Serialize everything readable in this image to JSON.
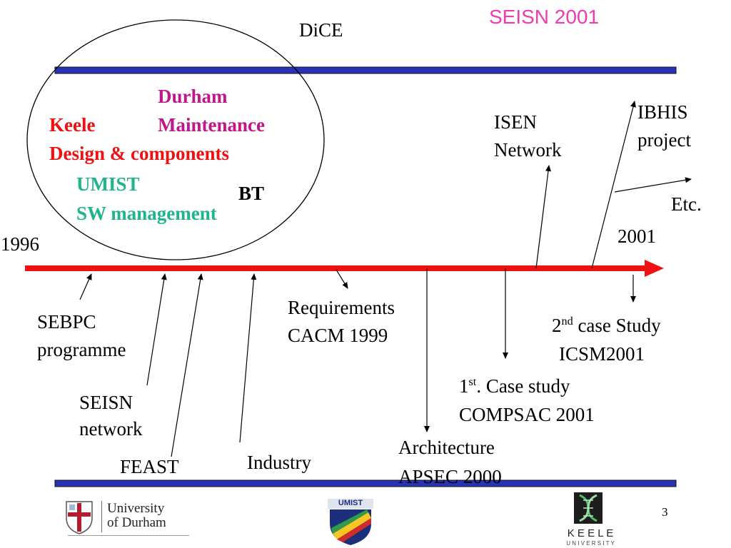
{
  "slide": {
    "header": "SEISN 2001",
    "page_number": "3",
    "colors": {
      "bar": "#2832b4",
      "timeline": "#ee1111",
      "header": "#ee3bb0",
      "durham": "#c0168c",
      "keele": "#ee1111",
      "umist": "#1fb48c"
    }
  },
  "circle": {
    "dice": "DiCE",
    "durham": "Durham",
    "durham_topic": "Maintenance",
    "keele": "Keele",
    "keele_topic": "Design & components",
    "umist": "UMIST",
    "umist_topic": "SW management",
    "bt": "BT"
  },
  "timeline": {
    "start_year": "1996",
    "end_year": "2001"
  },
  "events": {
    "sebpc": [
      "SEBPC",
      "programme"
    ],
    "seisn": [
      "SEISN",
      "network"
    ],
    "feast": "FEAST",
    "industry": "Industry",
    "requirements": [
      "Requirements",
      "CACM 1999"
    ],
    "architecture": [
      "Architecture",
      "APSEC 2000"
    ],
    "case1": {
      "ord": "1",
      "sup": "st",
      "rest": ". Case study",
      "line2": "COMPSAC 2001"
    },
    "case2": {
      "ord": "2",
      "sup": "nd",
      "rest": " case Study",
      "line2": "ICSM2001"
    },
    "isen": [
      "ISEN",
      "Network"
    ],
    "ibhis": [
      "IBHIS",
      "project"
    ],
    "etc": "Etc."
  },
  "logos": {
    "durham": [
      "University",
      "of Durham"
    ],
    "umist": "UMIST",
    "keele": "K E E L E",
    "keele_sub": "U N I V E R S I T Y"
  }
}
